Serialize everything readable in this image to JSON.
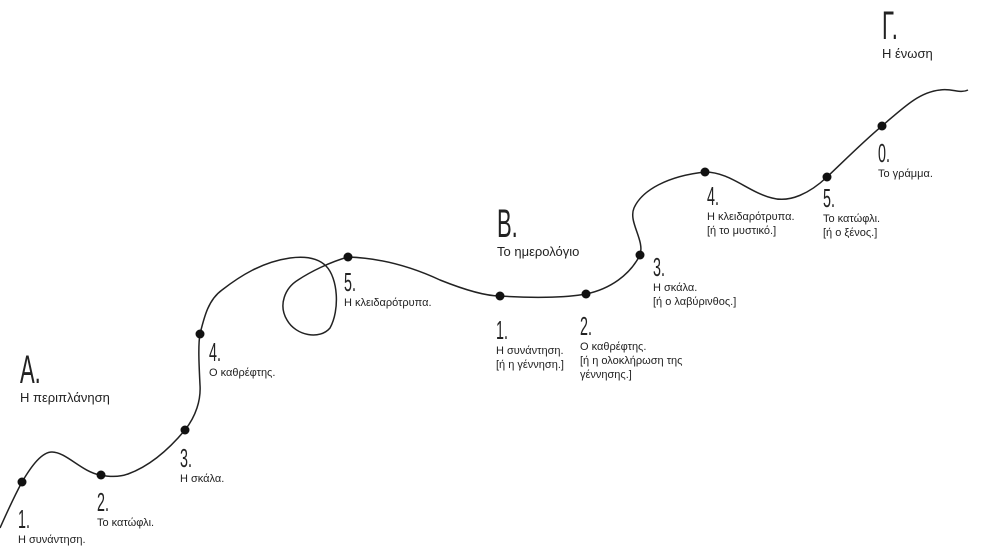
{
  "sections": [
    {
      "letter": "A.",
      "title": "Η περιπλάνηση"
    },
    {
      "letter": "B.",
      "title": "Το ημερολόγιο"
    },
    {
      "letter": "Γ.",
      "title": "Η ένωση"
    }
  ],
  "stations": [
    {
      "num": "1.",
      "line1": "Η συνάντηση.",
      "line2": ""
    },
    {
      "num": "2.",
      "line1": "Το κατώφλι.",
      "line2": ""
    },
    {
      "num": "3.",
      "line1": "Η σκάλα.",
      "line2": ""
    },
    {
      "num": "4.",
      "line1": "Ο καθρέφτης.",
      "line2": ""
    },
    {
      "num": "5.",
      "line1": "Η κλειδαρότρυπα.",
      "line2": ""
    },
    {
      "num": "1.",
      "line1": "Η συνάντηση.",
      "line2": "[ή η γέννηση.]"
    },
    {
      "num": "2.",
      "line1": "Ο καθρέφτης.",
      "line2": "[ή η ολοκλήρωση της",
      "line3": "γέννησης.]"
    },
    {
      "num": "3.",
      "line1": "Η σκάλα.",
      "line2": "[ή ο λαβύρινθος.]"
    },
    {
      "num": "4.",
      "line1": "Η κλειδαρότρυπα.",
      "line2": "[ή το μυστικό.]"
    },
    {
      "num": "5.",
      "line1": "Το κατώφλι.",
      "line2": "[ή ο ξένος.]"
    },
    {
      "num": "0.",
      "line1": "Το γράμμα.",
      "line2": ""
    }
  ]
}
